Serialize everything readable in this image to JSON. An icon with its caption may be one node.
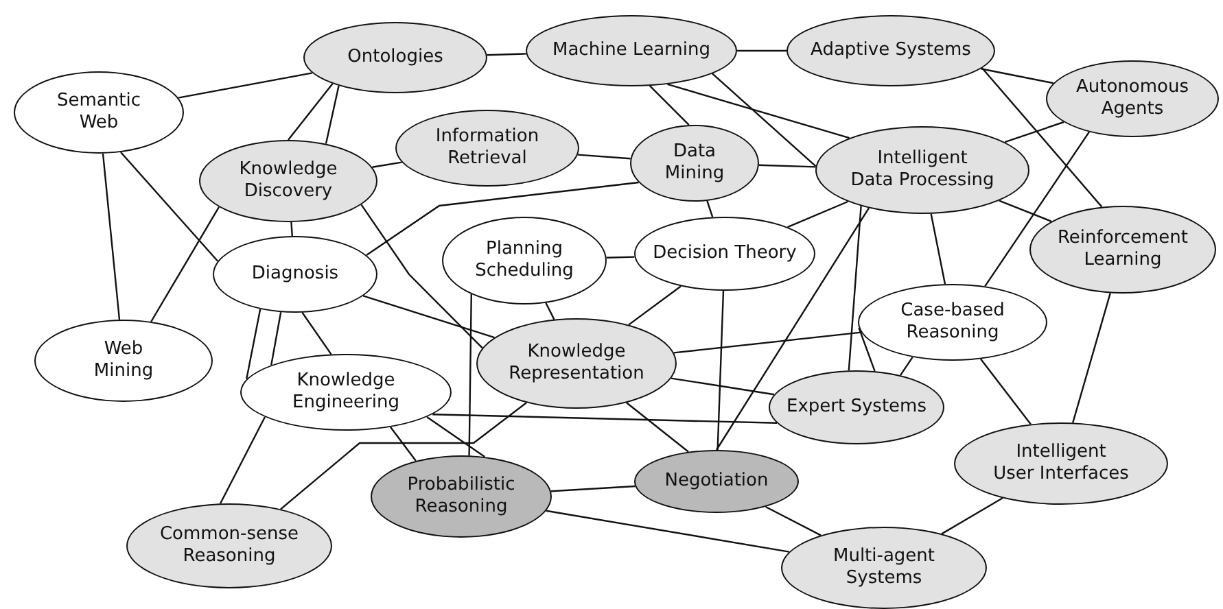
{
  "diagram": {
    "nodes": [
      {
        "text": [
          "Semantic Web"
        ]
      },
      {
        "text": [
          "Ontologies"
        ]
      },
      {
        "text": [
          "Machine Learning"
        ]
      },
      {
        "text": [
          "Adaptive Systems"
        ]
      },
      {
        "text": [
          "Autonomous Agents"
        ]
      },
      {
        "text": [
          "Information Retrieval"
        ]
      },
      {
        "text": [
          "Knowledge Discovery"
        ]
      },
      {
        "text": [
          "Data Mining"
        ]
      },
      {
        "text": [
          "Intelligent Data Processing"
        ]
      },
      {
        "text": [
          "Planning Scheduling"
        ]
      },
      {
        "text": [
          "Diagnosis"
        ]
      },
      {
        "text": [
          "Decision Theory"
        ]
      },
      {
        "text": [
          "Reinforcement Learning"
        ]
      },
      {
        "text": [
          "Web Mining"
        ]
      },
      {
        "text": [
          "Knowledge Representation"
        ]
      },
      {
        "text": [
          "Case-based Reasoning"
        ]
      },
      {
        "text": [
          "Knowledge Engineering"
        ]
      },
      {
        "text": [
          "Expert Systems"
        ]
      },
      {
        "text": [
          "Intelligent User Interfaces"
        ]
      },
      {
        "text": [
          "Probabilistic Reasoning"
        ]
      },
      {
        "text": [
          "Negotiation"
        ]
      },
      {
        "text": [
          "Common-sense Reasoning"
        ]
      },
      {
        "text": [
          "Multi-agent Systems"
        ]
      }
    ],
    "edges": [
      {
        "from": 0,
        "to": 1,
        "arrow": "none"
      },
      {
        "from": 1,
        "to": 2,
        "arrow": "none"
      },
      {
        "from": 2,
        "to": 3,
        "arrow": "none"
      },
      {
        "from": 0,
        "to": 13,
        "arrow": "none"
      },
      {
        "from": 0,
        "to": 10,
        "arrow": "none"
      },
      {
        "from": 1,
        "to": 6,
        "arrow": "none"
      },
      {
        "from": 1,
        "to": 6,
        "arrow": "none"
      },
      {
        "from": 6,
        "to": 5,
        "arrow": "none"
      },
      {
        "from": 6,
        "to": 13,
        "arrow": "none"
      },
      {
        "from": 6,
        "to": 10,
        "arrow": "none"
      },
      {
        "from": 6,
        "to": 14,
        "arrow": "none"
      },
      {
        "from": 5,
        "to": 7,
        "arrow": "none"
      },
      {
        "from": 10,
        "to": 7,
        "arrow": "none"
      },
      {
        "from": 2,
        "to": 7,
        "arrow": "none"
      },
      {
        "from": 2,
        "to": 8,
        "arrow": "none"
      },
      {
        "from": 2,
        "to": 8,
        "arrow": "none"
      },
      {
        "from": 7,
        "to": 8,
        "arrow": "none"
      },
      {
        "from": 7,
        "to": 11,
        "arrow": "none"
      },
      {
        "from": 3,
        "to": 4,
        "arrow": "none"
      },
      {
        "from": 3,
        "to": 12,
        "arrow": "none"
      },
      {
        "from": 4,
        "to": 8,
        "arrow": "none"
      },
      {
        "from": 4,
        "to": 15,
        "arrow": "none"
      },
      {
        "from": 8,
        "to": 15,
        "arrow": "none"
      },
      {
        "from": 11,
        "to": 8,
        "arrow": "none"
      },
      {
        "from": 8,
        "to": 20,
        "arrow": "none"
      },
      {
        "from": 8,
        "to": 17,
        "arrow": "none"
      },
      {
        "from": 9,
        "to": 11,
        "arrow": "none"
      },
      {
        "from": 9,
        "to": 14,
        "arrow": "none"
      },
      {
        "from": 9,
        "to": 19,
        "arrow": "none"
      },
      {
        "from": 10,
        "to": 14,
        "arrow": "none"
      },
      {
        "from": 10,
        "to": 16,
        "arrow": "none"
      },
      {
        "from": 10,
        "to": 16,
        "arrow": "none"
      },
      {
        "from": 10,
        "to": 16,
        "arrow": "none"
      },
      {
        "from": 11,
        "to": 14,
        "arrow": "none"
      },
      {
        "from": 11,
        "to": 20,
        "arrow": "none"
      },
      {
        "from": 15,
        "to": 14,
        "arrow": "none"
      },
      {
        "from": 15,
        "to": 17,
        "arrow": "none"
      },
      {
        "from": 15,
        "to": 18,
        "arrow": "none"
      },
      {
        "from": 12,
        "to": 18,
        "arrow": "none"
      },
      {
        "from": 14,
        "to": 17,
        "arrow": "none"
      },
      {
        "from": 14,
        "to": 20,
        "arrow": "none"
      },
      {
        "from": 16,
        "to": 17,
        "arrow": "none"
      },
      {
        "from": 16,
        "to": 19,
        "arrow": "none"
      },
      {
        "from": 21,
        "to": 14,
        "arrow": "none"
      },
      {
        "from": 19,
        "to": 20,
        "arrow": "none"
      },
      {
        "from": 19,
        "to": 22,
        "arrow": "none"
      },
      {
        "from": 20,
        "to": 22,
        "arrow": "none"
      },
      {
        "from": 18,
        "to": 22,
        "arrow": "none"
      },
      {
        "from": 8,
        "to": 12,
        "arrow": "none"
      },
      {
        "from": 15,
        "to": 17,
        "arrow": "none"
      },
      {
        "from": 16,
        "to": 21,
        "arrow": "none"
      },
      {
        "from": 16,
        "to": 19,
        "arrow": "none"
      }
    ]
  }
}
